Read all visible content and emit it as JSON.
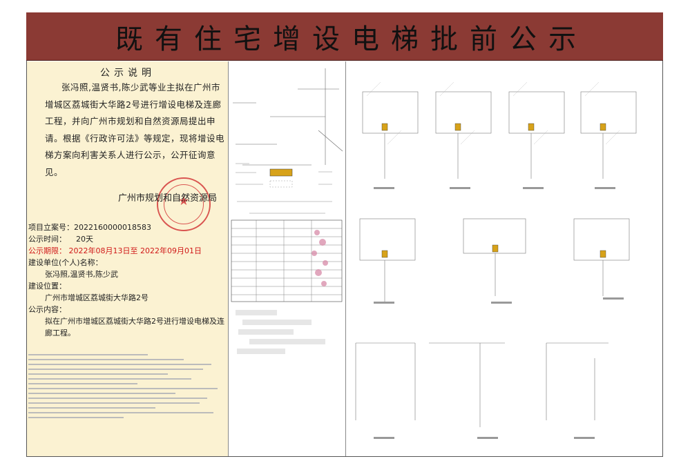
{
  "banner": {
    "title": "既有住宅增设电梯批前公示"
  },
  "notice": {
    "heading": "公示说明",
    "body": "张冯照,温贤书,陈少武等业主拟在广州市增城区荔城街大华路2号进行增设电梯及连廊工程，并向广州市规划和自然资源局提出申请。根据《行政许可法》等规定，现将增设电梯方案向利害关系人进行公示，公开征询意见。",
    "authority": "广州市规划和自然资源局"
  },
  "details": {
    "project_no_label": "项目立案号：",
    "project_no": "2022160000018583",
    "period_label": "公示时间：",
    "period": "20天",
    "dates_label": "公示期限：",
    "dates": "2022年08月13日至 2022年09月01日",
    "builder_label": "建设单位(个人)名称：",
    "builder": "张冯照,温贤书,陈少武",
    "location_label": "建设位置：",
    "location": "广州市增城区荔城街大华路2号",
    "content_label": "公示内容：",
    "content": "拟在广州市增城区荔城街大华路2号进行增设电梯及连廊工程。"
  },
  "colors": {
    "banner": "#8b3a34",
    "notice_bg": "#fbf2d2",
    "elevator_fill": "#d7a21a",
    "seal": "#d43a3a",
    "red_text": "#d01818"
  }
}
